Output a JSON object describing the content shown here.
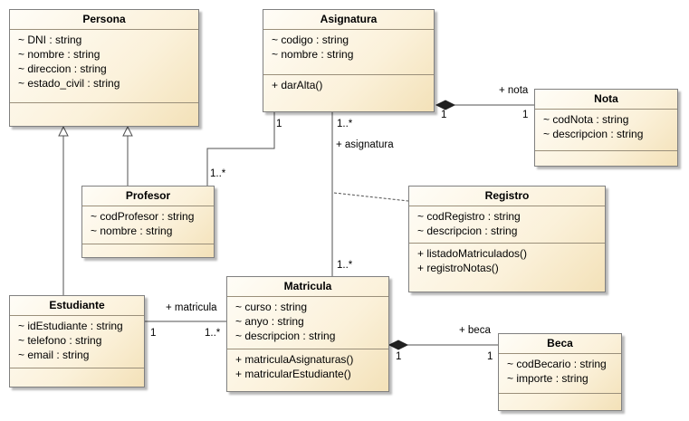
{
  "classes": {
    "persona": {
      "name": "Persona",
      "attributes": [
        "~ DNI : string",
        "~ nombre : string",
        "~ direccion : string",
        "~ estado_civil : string"
      ],
      "operations": []
    },
    "asignatura": {
      "name": "Asignatura",
      "attributes": [
        "~ codigo : string",
        "~ nombre : string"
      ],
      "operations": [
        "+ darAlta()"
      ]
    },
    "nota": {
      "name": "Nota",
      "attributes": [
        "~ codNota : string",
        "~ descripcion : string"
      ],
      "operations": []
    },
    "profesor": {
      "name": "Profesor",
      "attributes": [
        "~ codProfesor : string",
        "~ nombre : string"
      ],
      "operations": []
    },
    "registro": {
      "name": "Registro",
      "attributes": [
        "~ codRegistro : string",
        "~ descripcion : string"
      ],
      "operations": [
        "+ listadoMatriculados()",
        "+ registroNotas()"
      ]
    },
    "matricula": {
      "name": "Matricula",
      "attributes": [
        "~ curso : string",
        "~ anyo : string",
        "~ descripcion : string"
      ],
      "operations": [
        "+ matriculaAsignaturas()",
        "+ matricularEstudiante()"
      ]
    },
    "estudiante": {
      "name": "Estudiante",
      "attributes": [
        "~ idEstudiante : string",
        "~ telefono : string",
        "~ email : string"
      ],
      "operations": []
    },
    "beca": {
      "name": "Beca",
      "attributes": [
        "~ codBecario : string",
        "~ importe : string"
      ],
      "operations": []
    }
  },
  "labels": {
    "asig_nota_role": "+ nota",
    "asig_nota_mult_asig": "1",
    "asig_nota_mult_nota": "1",
    "asig_prof_mult_asig": "1",
    "asig_prof_mult_prof": "1..*",
    "asig_mat_mult_asig": "1..*",
    "asig_mat_role": "+ asignatura",
    "asig_mat_mult_mat": "1..*",
    "est_mat_role": "+ matricula",
    "est_mat_mult_est": "1",
    "est_mat_mult_mat": "1..*",
    "mat_beca_role": "+ beca",
    "mat_beca_mult_mat": "1",
    "mat_beca_mult_beca": "1"
  },
  "colors": {
    "line": "#505050",
    "border": "#808080"
  }
}
